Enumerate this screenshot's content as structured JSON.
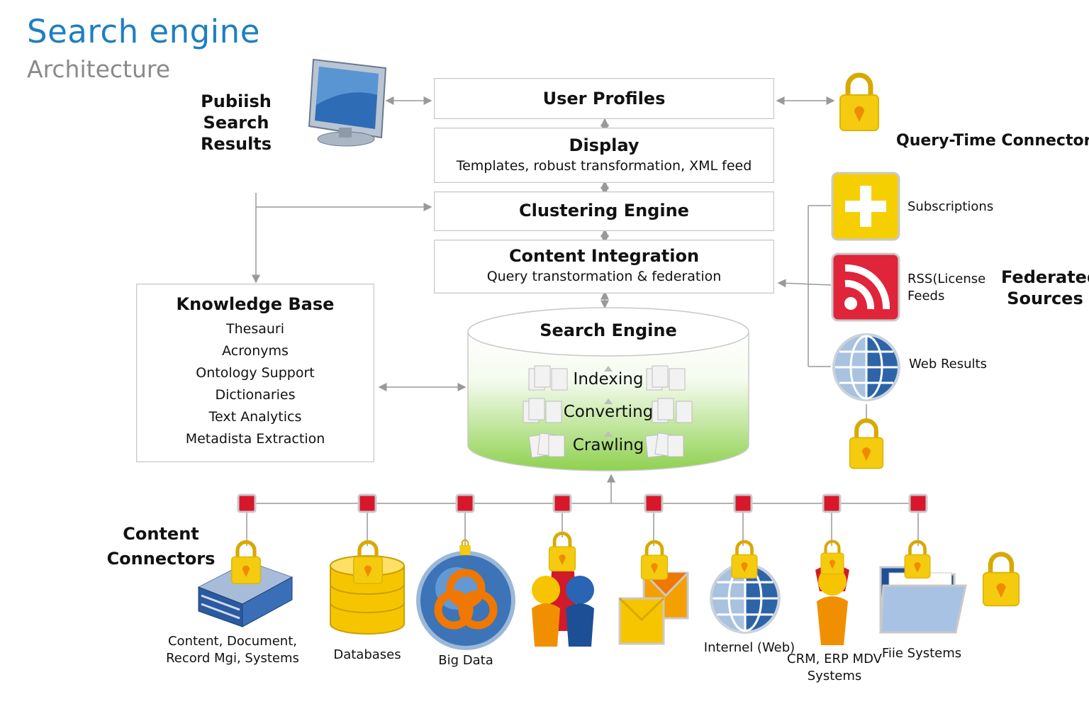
{
  "header": {
    "title": "Search engine",
    "subtitle": "Architecture"
  },
  "publish": {
    "label": "Pubiish Search Results"
  },
  "stack": {
    "user_profiles": "User Profiles",
    "display_title": "Display",
    "display_sub": "Templates, robust transformation, XML feed",
    "clustering": "Clustering Engine",
    "integration_title": "Content Integration",
    "integration_sub": "Query transtormation & federation"
  },
  "knowledge_base": {
    "title": "Knowledge Base",
    "items": [
      "Thesauri",
      "Acronyms",
      "Ontology Support",
      "Dictionaries",
      "Text Analytics",
      "Metadista Extraction"
    ]
  },
  "search_engine": {
    "title": "Search Engine",
    "layers": [
      "Indexing",
      "Converting",
      "Crawling"
    ]
  },
  "query_time": {
    "label": "Query-Time Connectors"
  },
  "federated": {
    "label": "Federated Sources",
    "items": [
      {
        "label": "Subscriptions",
        "icon": "plus-icon"
      },
      {
        "label": "RSS(License Feeds",
        "icon": "rss-icon"
      },
      {
        "label": "Web Results",
        "icon": "globe-icon"
      }
    ]
  },
  "content_connectors": {
    "label": "Content Connectors",
    "sources": [
      {
        "label": "Content, Document, Record Mgi, Systems",
        "icon": "server-icon"
      },
      {
        "label": "Databases",
        "icon": "database-icon"
      },
      {
        "label": "Big Data",
        "icon": "big-data-icon"
      },
      {
        "label": "",
        "icon": "people-icon"
      },
      {
        "label": "",
        "icon": "email-icon"
      },
      {
        "label": "Internel (Web)",
        "icon": "globe-icon"
      },
      {
        "label": "CRM, ERP MDV Systems",
        "icon": "person-icon"
      },
      {
        "label": "Fiie Systems",
        "icon": "folder-icon"
      }
    ]
  },
  "colors": {
    "title": "#1e7fc2",
    "lock": "#f2c400",
    "connector": "#d9172b",
    "green": "#8fd14f",
    "rss": "#e0243a"
  }
}
